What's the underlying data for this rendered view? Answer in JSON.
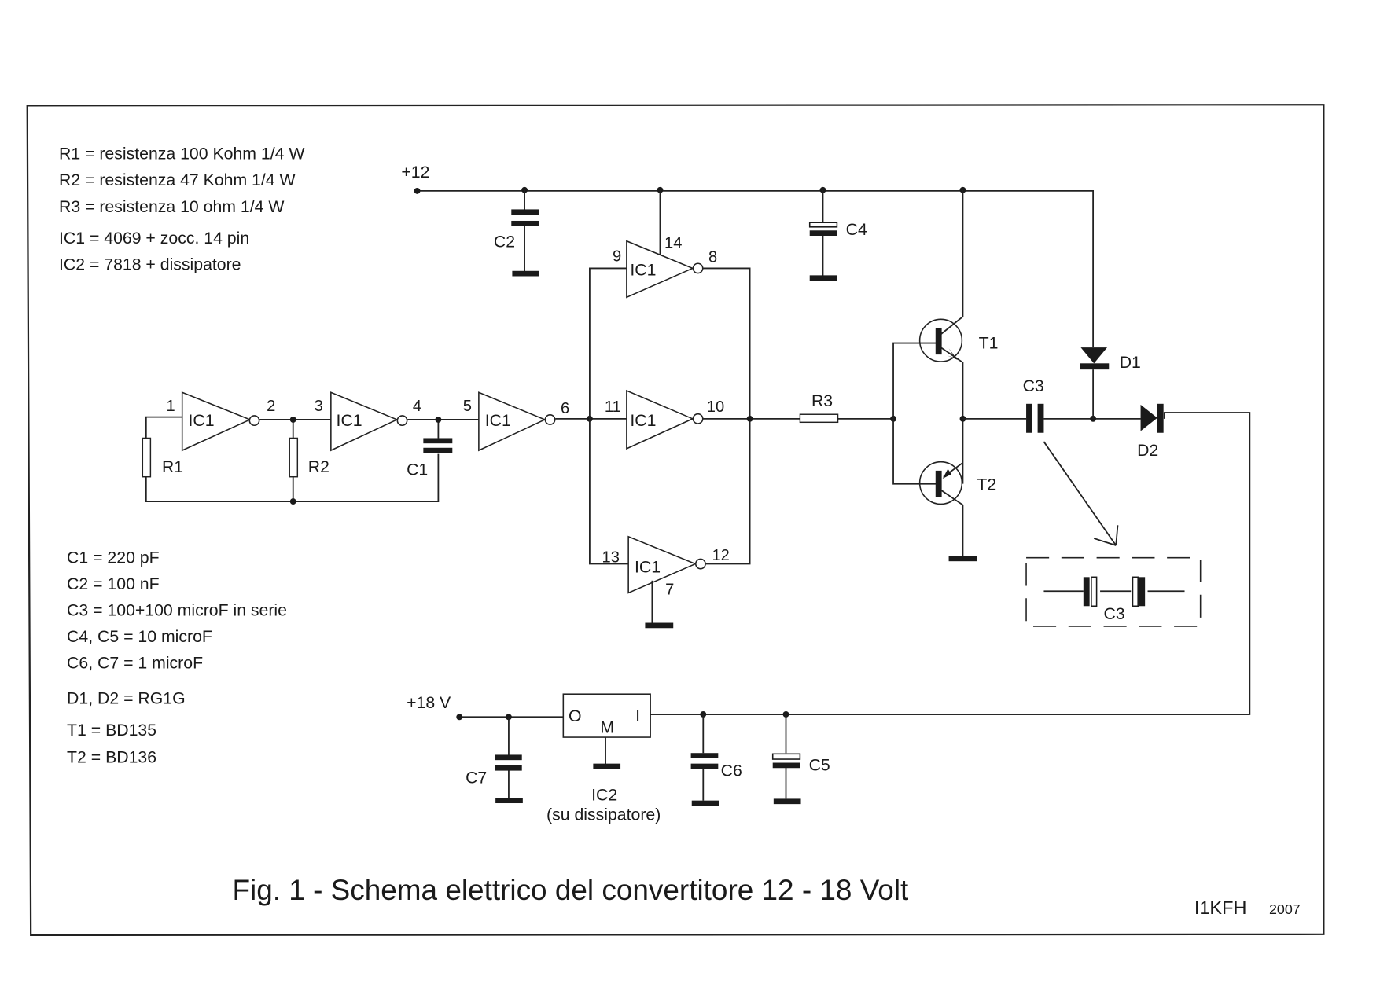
{
  "bom_top": [
    "R1 = resistenza 100 Kohm 1/4 W",
    "R2 = resistenza 47 Kohm 1/4 W",
    "R3 = resistenza 10 ohm 1/4 W",
    "IC1 = 4069 + zocc. 14 pin",
    "IC2 = 7818 + dissipatore"
  ],
  "bom_bottom": [
    "C1 = 220 pF",
    "C2 = 100 nF",
    "C3 = 100+100 microF in serie",
    "C4, C5 = 10 microF",
    "C6, C7 = 1 microF",
    "D1, D2 = RG1G",
    "T1 = BD135",
    "T2 = BD136"
  ],
  "rails": {
    "v12": "+12",
    "v18": "+18 V"
  },
  "gates": [
    {
      "name": "IC1",
      "in_pin": "1",
      "out_pin": "2"
    },
    {
      "name": "IC1",
      "in_pin": "3",
      "out_pin": "4"
    },
    {
      "name": "IC1",
      "in_pin": "5",
      "out_pin": "6"
    },
    {
      "name": "IC1",
      "in_pin": "9",
      "out_pin": "8",
      "vdd_pin": "14"
    },
    {
      "name": "IC1",
      "in_pin": "11",
      "out_pin": "10"
    },
    {
      "name": "IC1",
      "in_pin": "13",
      "out_pin": "12",
      "gnd_pin": "7"
    }
  ],
  "components": {
    "R1": "R1",
    "R2": "R2",
    "R3": "R3",
    "C1": "C1",
    "C2": "C2",
    "C3": "C3",
    "C3_detail": "C3",
    "C4": "C4",
    "C5": "C5",
    "C6": "C6",
    "C7": "C7",
    "D1": "D1",
    "D2": "D2",
    "T1": "T1",
    "T2": "T2"
  },
  "regulator": {
    "pin_out": "O",
    "pin_gnd": "M",
    "pin_in": "I",
    "name": "IC2",
    "note": "(su dissipatore)"
  },
  "caption": "Fig. 1 - Schema elettrico del convertitore 12 - 18 Volt",
  "author": "I1KFH",
  "year": "2007"
}
